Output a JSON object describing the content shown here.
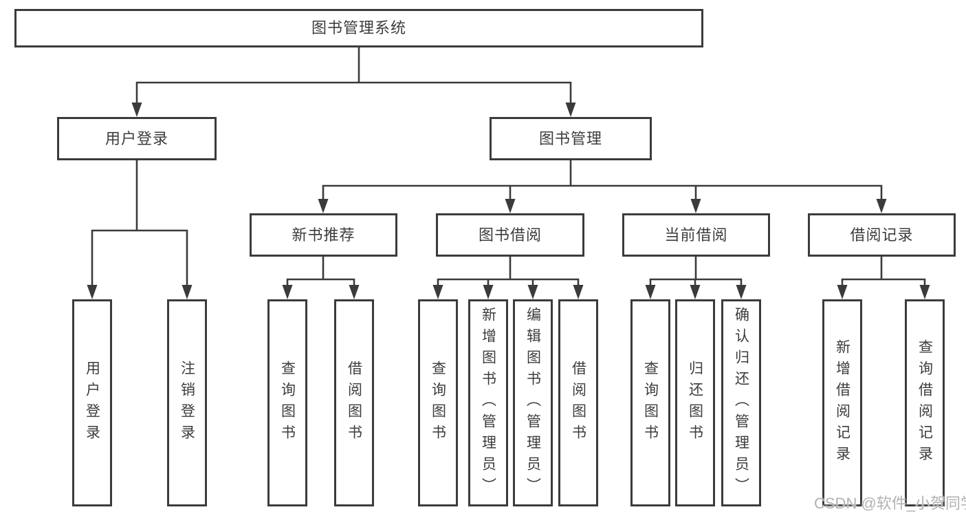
{
  "colors": {
    "line": "#3b3b3b",
    "box_border": "#3b3b3b",
    "text": "#3c3c3c",
    "watermark": "#b3b0b0",
    "background": "#ffffff"
  },
  "root": {
    "label": "图书管理系统"
  },
  "branches": [
    {
      "label": "用户登录",
      "children": [
        {
          "label": "用户登录"
        },
        {
          "label": "注销登录"
        }
      ]
    },
    {
      "label": "图书管理",
      "sections": [
        {
          "label": "新书推荐",
          "children": [
            {
              "label": "查询图书"
            },
            {
              "label": "借阅图书"
            }
          ]
        },
        {
          "label": "图书借阅",
          "children": [
            {
              "label": "查询图书"
            },
            {
              "label": "新增图书（管理员）"
            },
            {
              "label": "编辑图书（管理员）"
            },
            {
              "label": "借阅图书"
            }
          ]
        },
        {
          "label": "当前借阅",
          "children": [
            {
              "label": "查询图书"
            },
            {
              "label": "归还图书"
            },
            {
              "label": "确认归还（管理员）"
            }
          ]
        },
        {
          "label": "借阅记录",
          "children": [
            {
              "label": "新增借阅记录"
            },
            {
              "label": "查询借阅记录"
            }
          ]
        }
      ]
    }
  ],
  "watermark": {
    "text": "CSDN @软件_小贺同学"
  }
}
